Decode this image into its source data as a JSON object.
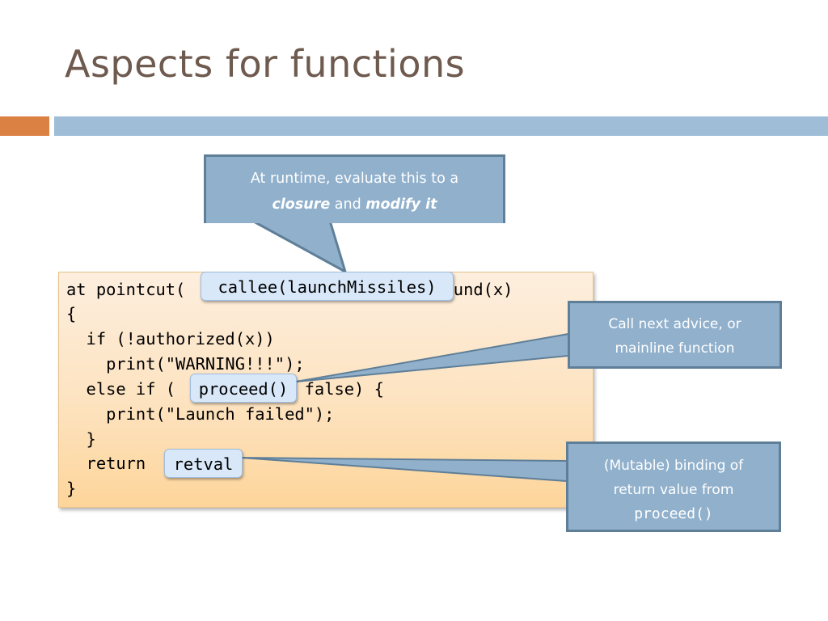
{
  "slide": {
    "title": "Aspects for functions"
  },
  "code": {
    "line1_pre": "at pointcut(",
    "line1_hl": "callee(launchMissiles)",
    "line1_post": ") around(x)",
    "line2": "{",
    "line3": "  if (!authorized(x))",
    "line4": "    print(\"WARNING!!!\");",
    "line5_pre": "  else if (",
    "line5_hl": "proceed()",
    "line5_post": " == false) {",
    "line6": "    print(\"Launch failed\");",
    "line7": "  }",
    "line8_pre": "  return ",
    "line8_hl": "retval",
    "line8_post": " ;",
    "line9": "}"
  },
  "callouts": {
    "pointcut": {
      "line1": "At runtime, evaluate this to a",
      "word1": "closure",
      "mid": " and ",
      "word2": "modify it"
    },
    "proceed": {
      "line1": "Call next advice, or",
      "line2": "mainline function"
    },
    "retval": {
      "line1": "(Mutable) binding of",
      "line2": "return value from",
      "line3": "proceed()"
    }
  },
  "colors": {
    "title": "#6e5a4e",
    "accent_orange": "#dc8144",
    "accent_blue": "#9fbdd6",
    "callout_fill": "#90b0cc",
    "callout_border": "#5f7f98"
  }
}
